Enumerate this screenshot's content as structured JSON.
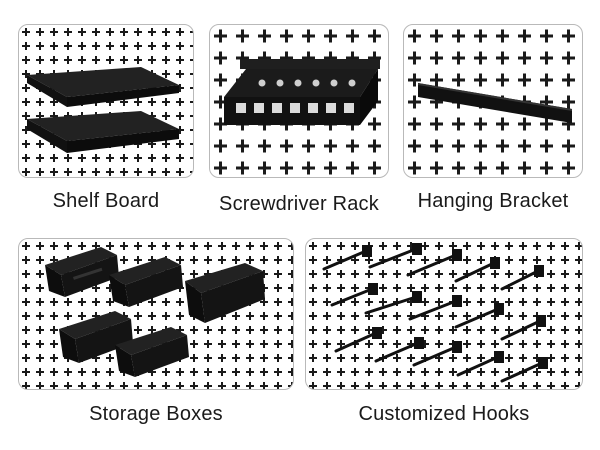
{
  "panels": [
    {
      "caption": "Shelf Board"
    },
    {
      "caption": "Screwdriver Rack"
    },
    {
      "caption": "Hanging Bracket"
    },
    {
      "caption": "Storage Boxes"
    },
    {
      "caption": "Customized Hooks"
    }
  ],
  "colors": {
    "accessory": "#141414",
    "pegboard": "#ffffff",
    "border": "#b9b9b9"
  }
}
